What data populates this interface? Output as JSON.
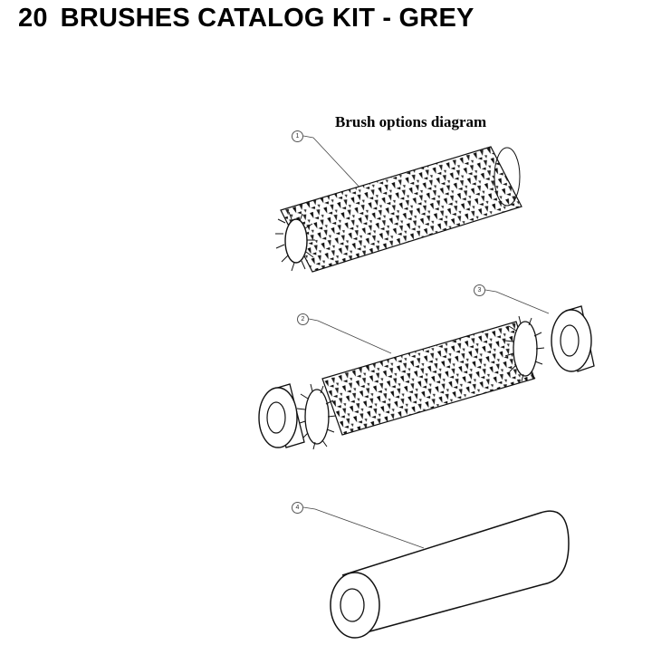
{
  "header": {
    "section_number": "20",
    "section_title": "BRUSHES CATALOG KIT - GREY"
  },
  "diagram": {
    "caption": "Brush options diagram",
    "callouts": [
      {
        "id": "callout-1",
        "label": "1",
        "part": "bristle-brush-roller"
      },
      {
        "id": "callout-2",
        "label": "2",
        "part": "bristle-brush-with-end-discs"
      },
      {
        "id": "callout-3",
        "label": "3",
        "part": "end-cap-roller"
      },
      {
        "id": "callout-4",
        "label": "4",
        "part": "smooth-foam-roller"
      }
    ]
  }
}
